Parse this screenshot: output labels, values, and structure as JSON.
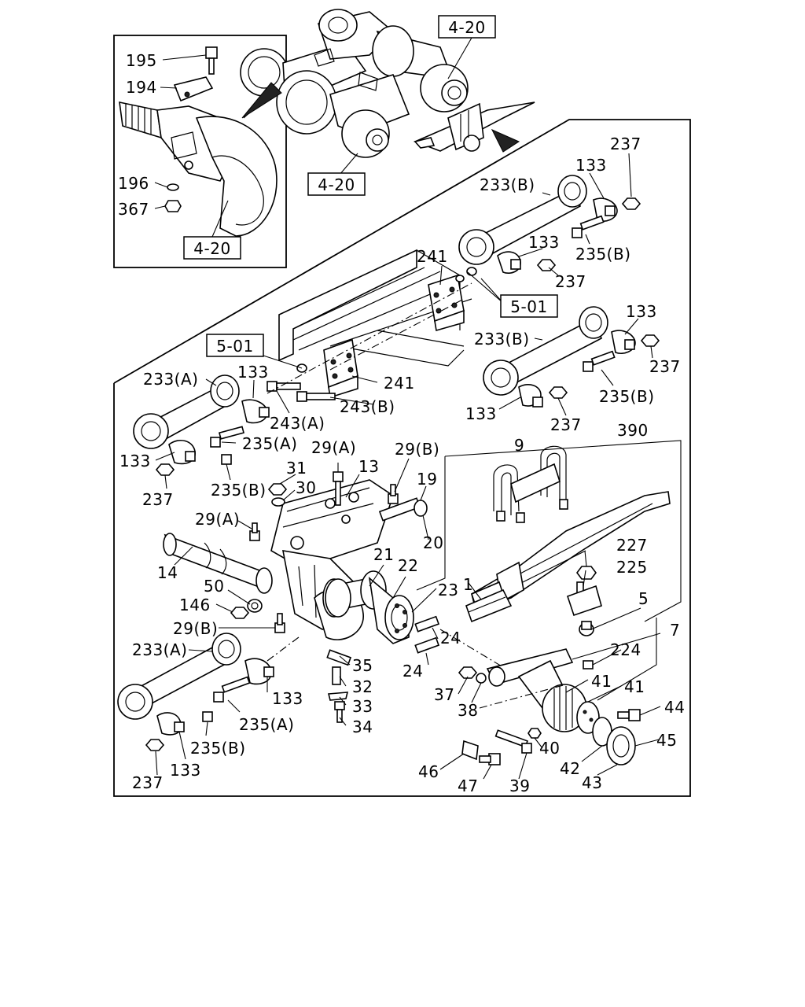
{
  "diagram": {
    "refs": {
      "r1": "4-20",
      "r2": "4-20",
      "r3": "4-20",
      "r4": "5-01",
      "r5": "5-01"
    },
    "labels": {
      "l195": "195",
      "l194": "194",
      "l196": "196",
      "l367": "367",
      "l237a": "237",
      "l133a": "133",
      "l233b1": "233(B)",
      "l133b": "133",
      "l235b1": "235(B)",
      "l237b": "237",
      "l241a": "241",
      "l133c": "133",
      "l233b2": "233(B)",
      "l237c": "237",
      "l235b2": "235(B)",
      "l133d": "133",
      "l237d": "237",
      "l390": "390",
      "l9": "9",
      "l241b": "241",
      "l243b": "243(B)",
      "l243a": "243(A)",
      "l233a1": "233(A)",
      "l133e": "133",
      "l235a1": "235(A)",
      "l133f": "133",
      "l237e": "237",
      "l235b3": "235(B)",
      "l31": "31",
      "l30": "30",
      "l29a1": "29(A)",
      "l13": "13",
      "l29b1": "29(B)",
      "l19": "19",
      "l29a2": "29(A)",
      "l20": "20",
      "l14": "14",
      "l21": "21",
      "l22": "22",
      "l227": "227",
      "l225": "225",
      "l1": "1",
      "l50": "50",
      "l23": "23",
      "l5": "5",
      "l146": "146",
      "l29b2": "29(B)",
      "l7": "7",
      "l233a2": "233(A)",
      "l24a": "24",
      "l224": "224",
      "l35": "35",
      "l24b": "24",
      "l41a": "41",
      "l32": "32",
      "l37": "37",
      "l41b": "41",
      "l133g": "133",
      "l33": "33",
      "l38": "38",
      "l44": "44",
      "l235a2": "235(A)",
      "l34": "34",
      "l45": "45",
      "l235b4": "235(B)",
      "l40": "40",
      "l42": "42",
      "l46": "46",
      "l43": "43",
      "l237f": "237",
      "l133h": "133",
      "l47": "47",
      "l39": "39"
    }
  }
}
